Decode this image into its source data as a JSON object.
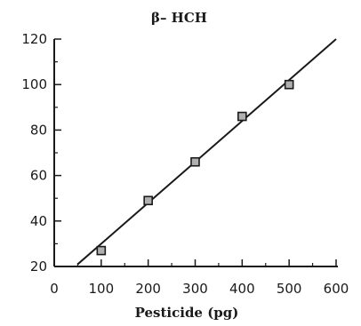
{
  "chart_data": {
    "type": "scatter",
    "title": "β– HCH",
    "xlabel": "Pesticide (pg)",
    "ylabel": "",
    "xlim": [
      0,
      600
    ],
    "ylim": [
      20,
      120
    ],
    "x_ticks": [
      0,
      100,
      200,
      300,
      400,
      500,
      600
    ],
    "y_ticks": [
      20,
      40,
      60,
      80,
      100,
      120
    ],
    "grid": false,
    "series": [
      {
        "marker": "square",
        "x": [
          100,
          200,
          300,
          400,
          500
        ],
        "y": [
          27,
          49,
          66,
          86,
          100
        ]
      }
    ],
    "fit_line": {
      "x": [
        50,
        600
      ],
      "y": [
        21,
        120
      ]
    },
    "colors": {
      "ink": "#1a1a1a",
      "marker_fill": "#b0b0b0"
    }
  }
}
